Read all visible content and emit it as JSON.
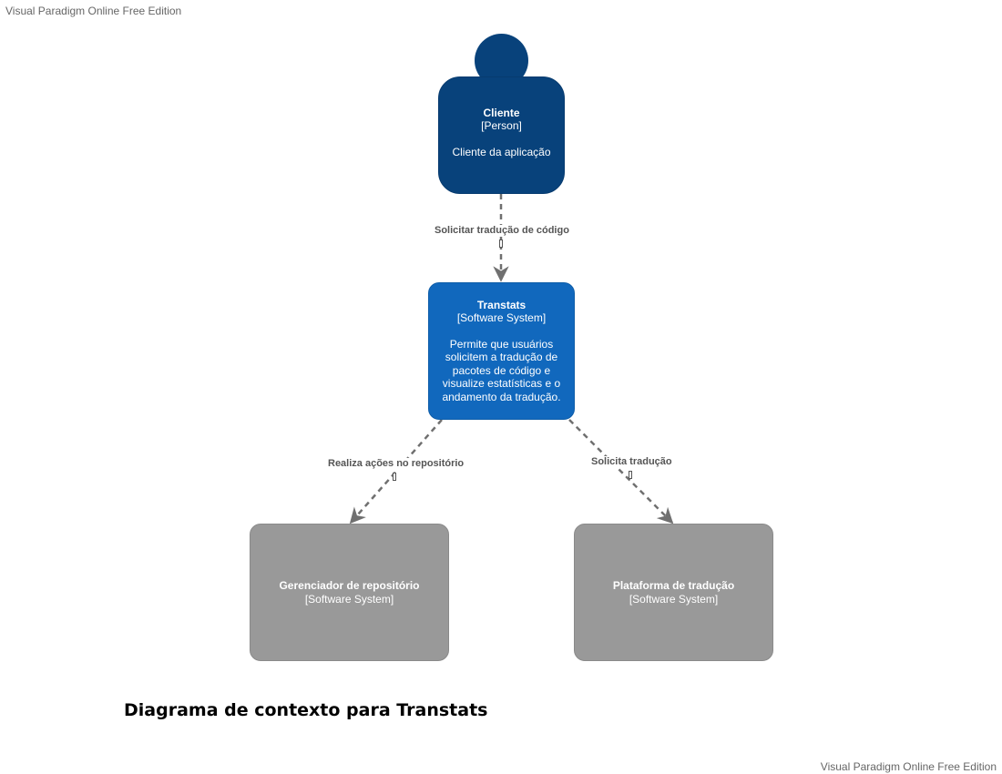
{
  "watermark": {
    "top": "Visual Paradigm Online Free Edition",
    "bottom": "Visual Paradigm Online Free Edition"
  },
  "colors": {
    "person": "#08427b",
    "system": "#1168bd",
    "external_system": "#999999",
    "connector": "#707070"
  },
  "nodes": {
    "cliente": {
      "title": "Cliente",
      "type": "[Person]",
      "description": "Cliente da aplicação"
    },
    "transtats": {
      "title": "Transtats",
      "type": "[Software System]",
      "description": "Permite que usuários solicitem a tradução de pacotes de código e visualize estatísticas e o andamento da tradução."
    },
    "gerenciador": {
      "title": "Gerenciador de repositório",
      "type": "[Software System]"
    },
    "plataforma": {
      "title": "Plataforma de tradução",
      "type": "[Software System]"
    }
  },
  "edges": {
    "cliente_transtats": {
      "label": "Solicitar tradução de código"
    },
    "transtats_gerenciador": {
      "label": "Realiza ações no repositório"
    },
    "transtats_plataforma": {
      "label": "Solicita tradução"
    }
  },
  "diagram": {
    "title": "Diagrama de contexto para Transtats"
  }
}
